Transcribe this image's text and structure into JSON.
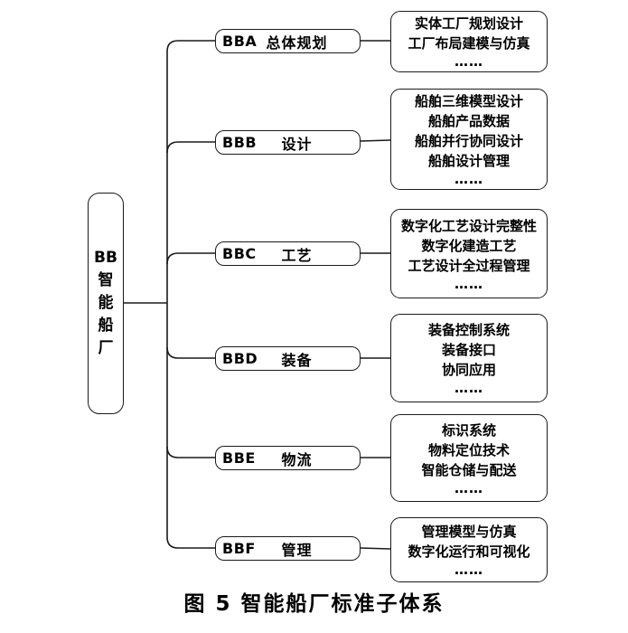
{
  "root": {
    "lines": [
      "BB",
      "智",
      "能",
      "船",
      "厂"
    ]
  },
  "branches": [
    {
      "code": "BBA",
      "name": "总体规划",
      "items": [
        "实体工厂规划设计",
        "工厂布局建模与仿真",
        "……"
      ]
    },
    {
      "code": "BBB",
      "name": "设计",
      "items": [
        "船舶三维模型设计",
        "船舶产品数据",
        "船舶并行协同设计",
        "船舶设计管理",
        "……"
      ]
    },
    {
      "code": "BBC",
      "name": "工艺",
      "items": [
        "数字化工艺设计完整性",
        "数字化建造工艺",
        "工艺设计全过程管理",
        "……"
      ]
    },
    {
      "code": "BBD",
      "name": "装备",
      "items": [
        "装备控制系统",
        "装备接口",
        "协同应用",
        "……"
      ]
    },
    {
      "code": "BBE",
      "name": "物流",
      "items": [
        "标识系统",
        "物料定位技术",
        "智能仓储与配送",
        "……"
      ]
    },
    {
      "code": "BBF",
      "name": "管理",
      "items": [
        "管理模型与仿真",
        "数字化运行和可视化",
        "……"
      ]
    }
  ],
  "caption": "图 5 智能船厂标准子体系",
  "colors": {
    "line": "#1a1a1a",
    "text": "#000000",
    "background": "#ffffff"
  }
}
